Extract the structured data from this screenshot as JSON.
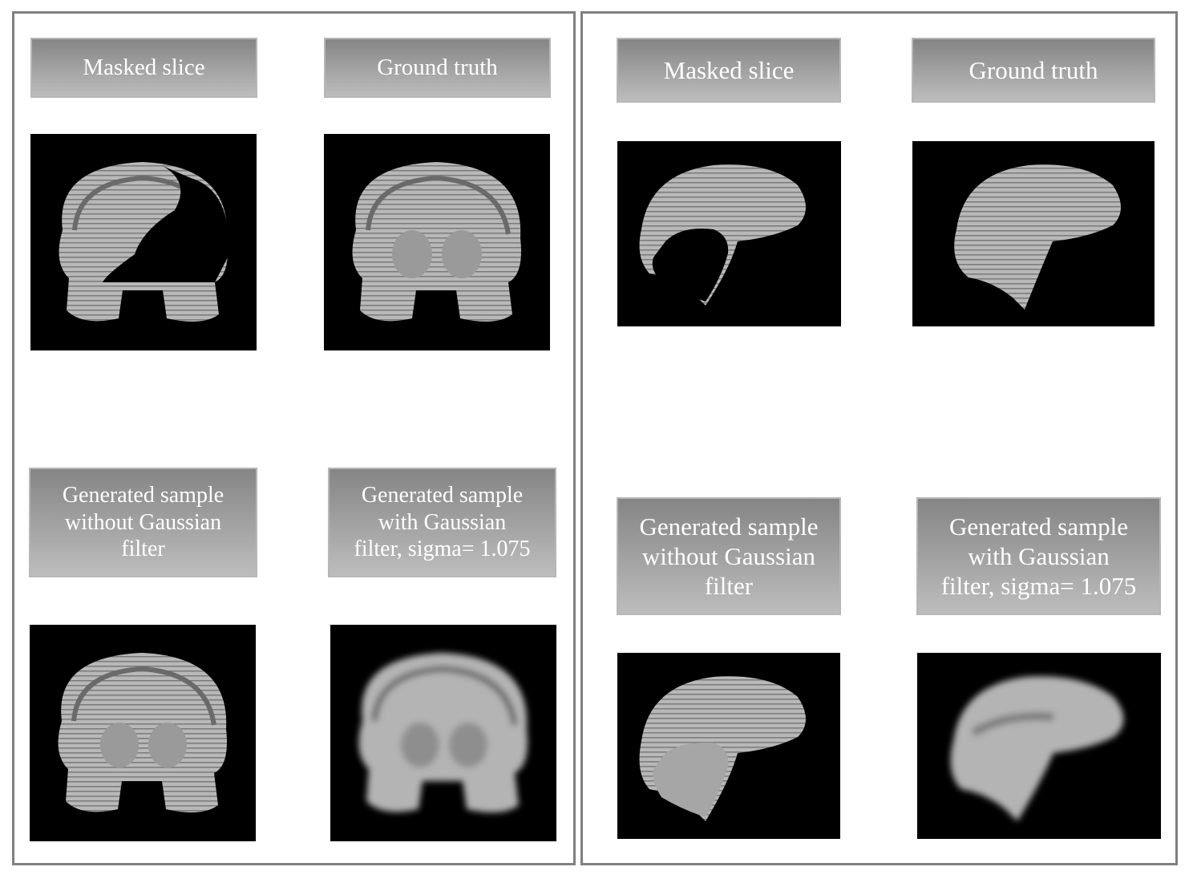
{
  "panels": [
    {
      "labels": {
        "masked": "Masked slice",
        "truth": "Ground truth",
        "gen_no_filter": "Generated sample\nwithout Gaussian\nfilter",
        "gen_filter": "Generated sample\nwith Gaussian\nfilter, sigma= 1.075"
      }
    },
    {
      "labels": {
        "masked": "Masked slice",
        "truth": "Ground truth",
        "gen_no_filter": "Generated sample\nwithout Gaussian\nfilter",
        "gen_filter": "Generated sample\nwith Gaussian\nfilter, sigma= 1.075"
      }
    }
  ],
  "colors": {
    "label_top": "#858585",
    "label_bottom": "#bdbdbd",
    "border": "#808080",
    "brain_gray": "#b4b4b4"
  }
}
